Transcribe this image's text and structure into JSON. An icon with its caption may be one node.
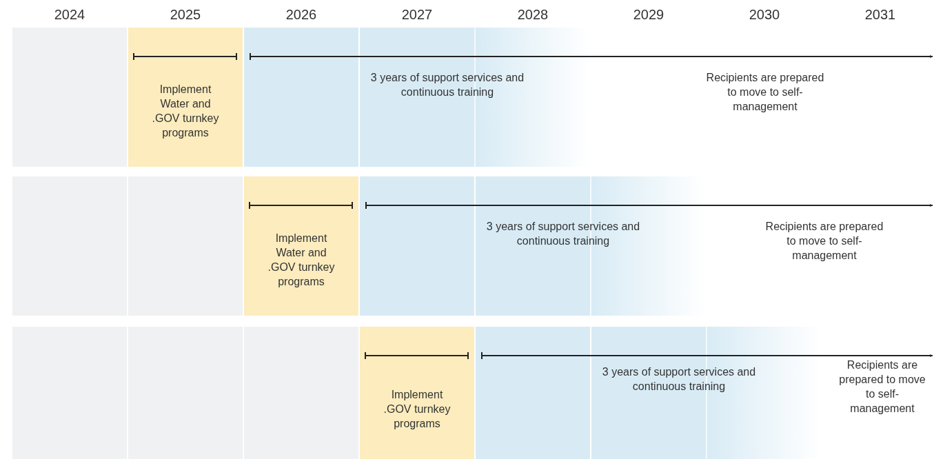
{
  "diagram": {
    "nodes": [
      {
        "text": [
          "Implement Water and .GOV turnkey programs"
        ]
      },
      {
        "text": [
          "3 years of support services and continuous training"
        ]
      },
      {
        "text": [
          "Implement Water and .GOV turnkey programs"
        ]
      },
      {
        "text": [
          "3 years of support services and continuous training"
        ]
      },
      {
        "text": [
          "Implement .GOV turnkey programs"
        ]
      },
      {
        "text": [
          "3 years of support services and continuous training"
        ]
      }
    ],
    "labels": [
      "2024",
      "2025",
      "2026",
      "2027",
      "2028",
      "2029",
      "2030",
      "2031",
      "Recipients are prepared to move to self-management",
      "Recipients are prepared to move to self-management",
      "Recipients are prepared to move to self-management"
    ]
  }
}
